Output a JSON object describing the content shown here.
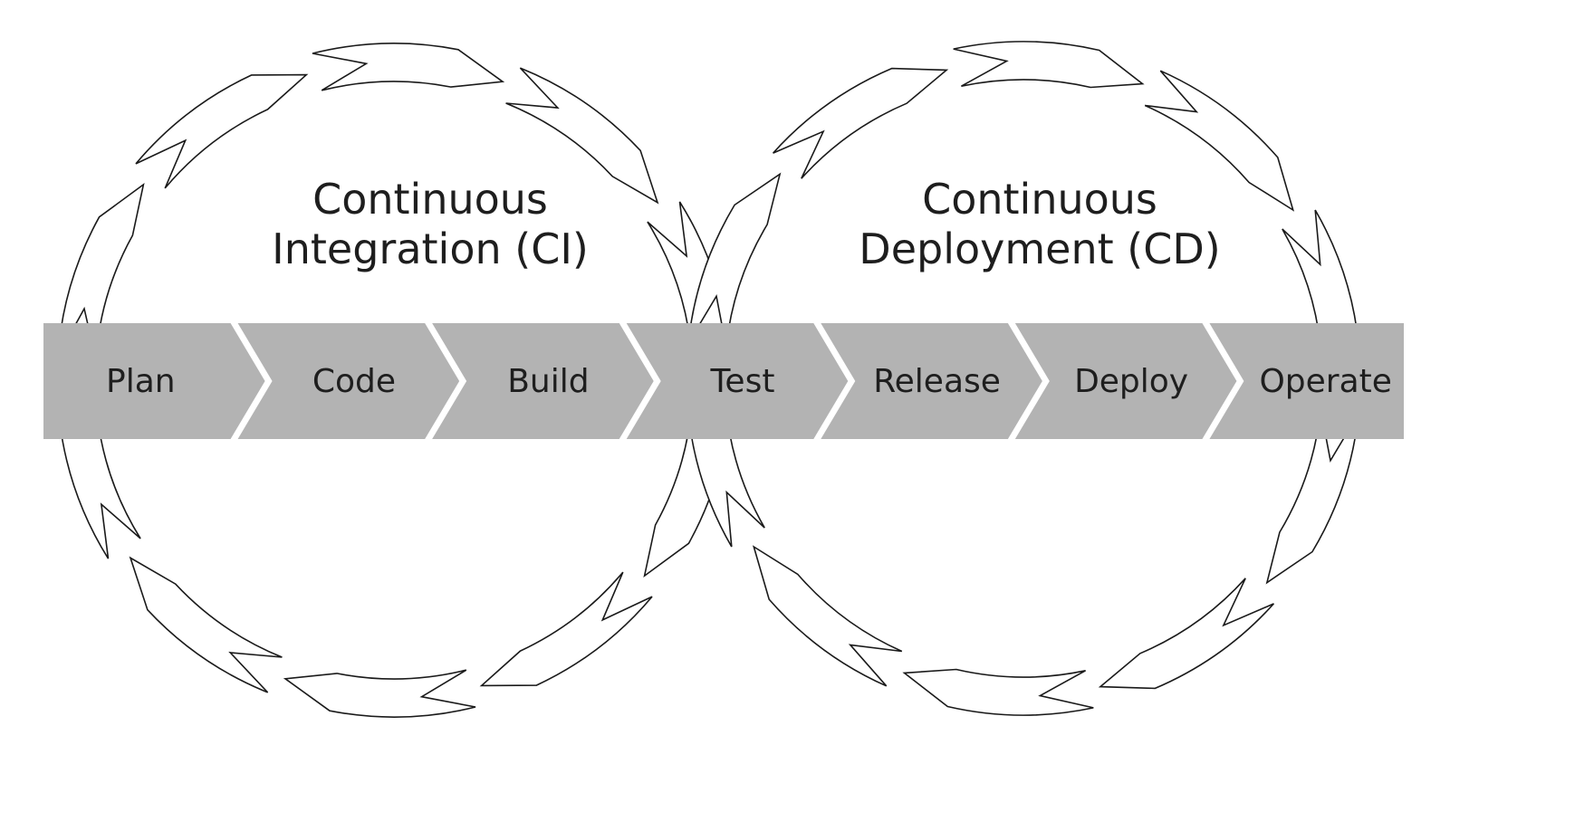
{
  "diagram": {
    "colors": {
      "pipeline_fill": "#b3b3b3",
      "outline": "#1a1a1a",
      "text": "#1e1e1e",
      "background": "#ffffff"
    },
    "cycles": [
      {
        "id": "ci",
        "title_line1": "Continuous",
        "title_line2": "Integration (CI)",
        "segment_count": 10
      },
      {
        "id": "cd",
        "title_line1": "Continuous",
        "title_line2": "Deployment (CD)",
        "segment_count": 10
      }
    ],
    "stages": [
      {
        "label": "Plan"
      },
      {
        "label": "Code"
      },
      {
        "label": "Build"
      },
      {
        "label": "Test"
      },
      {
        "label": "Release"
      },
      {
        "label": "Deploy"
      },
      {
        "label": "Operate"
      }
    ]
  }
}
